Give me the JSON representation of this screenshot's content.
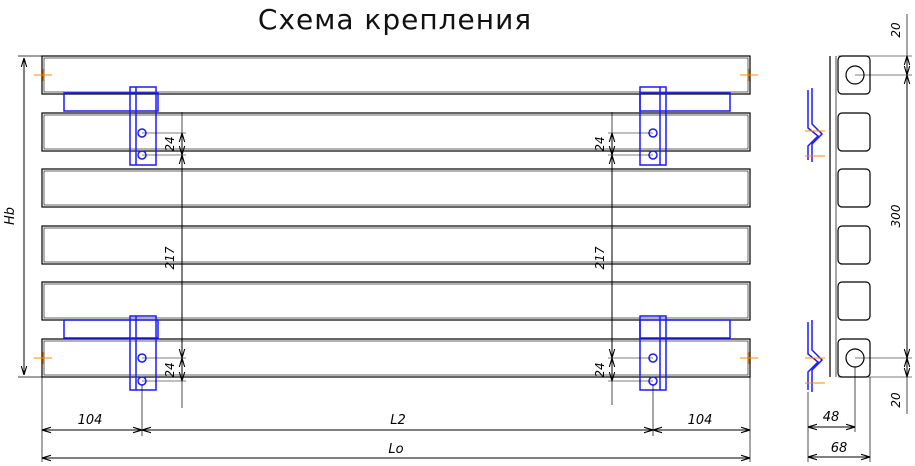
{
  "title": "Схема крепления",
  "colors": {
    "line": "#000000",
    "bracket": "#1a1aff",
    "axis": "#ff8800"
  },
  "dimensions": {
    "height_label": "Hb",
    "length_label": "Lo",
    "mid_span_label": "L2",
    "left_offset": "104",
    "right_offset": "104",
    "small_spacing": "24",
    "tube_spacing": "217",
    "side_height": "300",
    "side_top": "20",
    "side_bottom": "20",
    "depth_inner": "48",
    "depth_outer": "68"
  }
}
